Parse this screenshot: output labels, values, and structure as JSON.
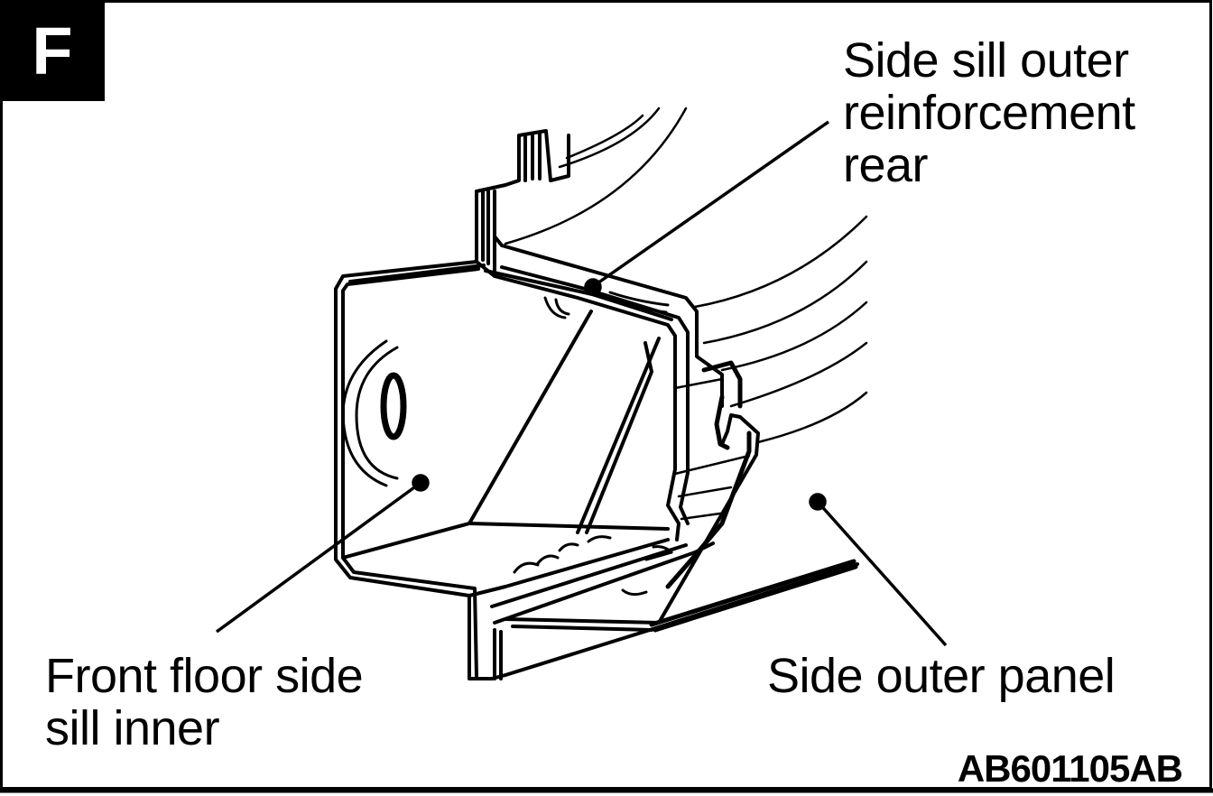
{
  "badge": "F",
  "labels": {
    "reinforcement_rear": "Side sill outer\nreinforcement\nrear",
    "sill_inner": "Front floor side\nsill inner",
    "outer_panel": "Side outer panel"
  },
  "figure_code": "AB601105AB",
  "colors": {
    "ink": "#000000",
    "paper": "#ffffff"
  }
}
